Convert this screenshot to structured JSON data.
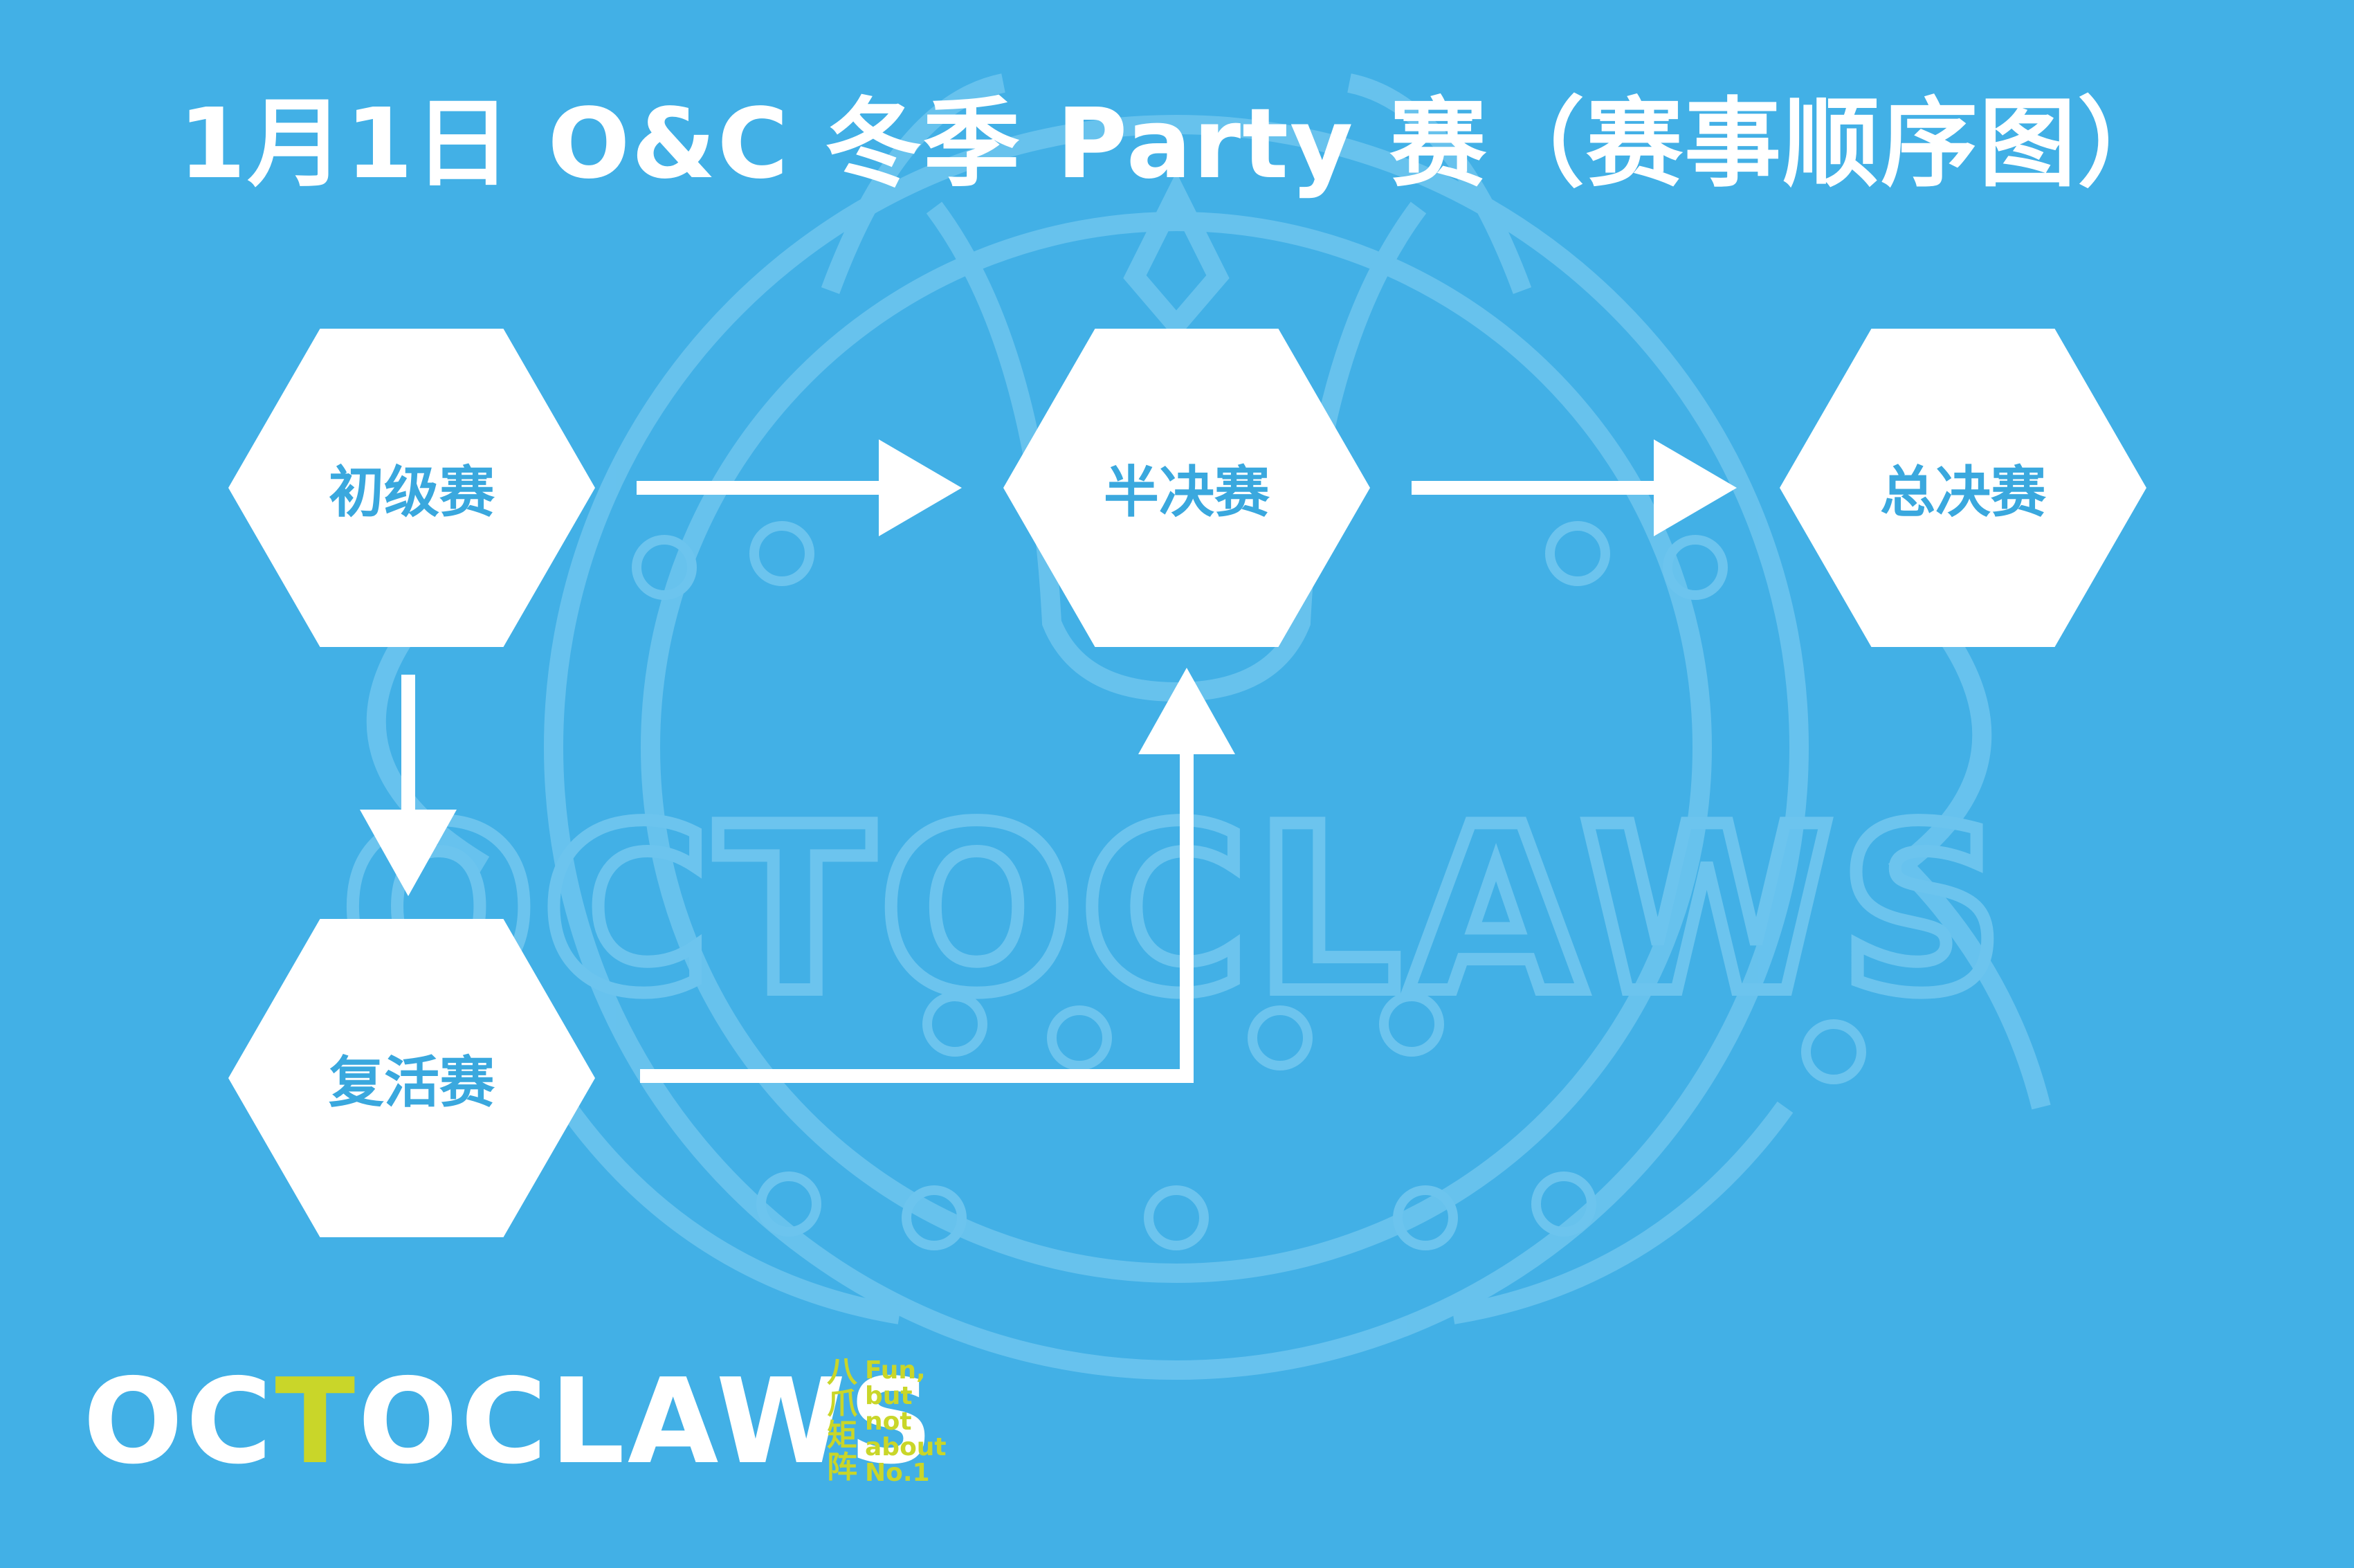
{
  "title": "1月1日 O&C 冬季 Party 赛（赛事顺序图）",
  "nodes": {
    "preliminary": "初级赛",
    "semifinal": "半决赛",
    "final": "总决赛",
    "repechage": "复活赛"
  },
  "edges": [
    {
      "from": "初级赛",
      "to": "半决赛"
    },
    {
      "from": "半决赛",
      "to": "总决赛"
    },
    {
      "from": "初级赛",
      "to": "复活赛"
    },
    {
      "from": "复活赛",
      "to": "半决赛"
    }
  ],
  "background_watermark": "OCTOCLAWS",
  "brand": {
    "logo_text_a": "OC",
    "logo_text_accent": "T",
    "logo_text_b": "OCLAWS",
    "chinese_lines": [
      "八",
      "爪",
      "矩",
      "阵"
    ],
    "slogan_lines": [
      "Fun,",
      "but",
      "not",
      "about",
      "No.1"
    ]
  },
  "colors": {
    "background": "#42b0e6",
    "watermark": "#6cc4ee",
    "node_fill": "#ffffff",
    "node_text": "#3aa8de",
    "arrow": "#ffffff",
    "brand_accent": "#c9d629"
  }
}
